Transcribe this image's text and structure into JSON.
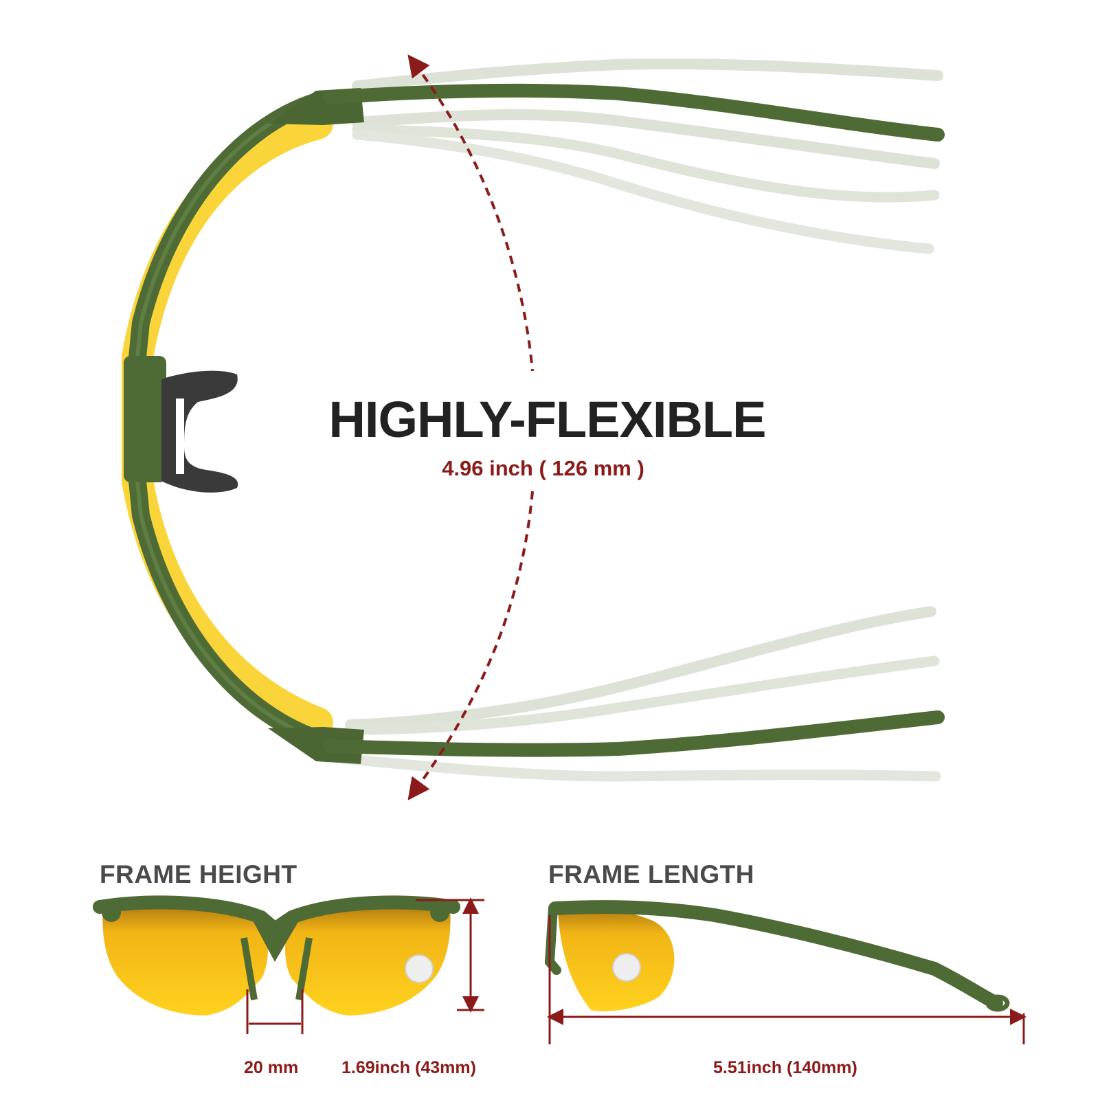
{
  "headline": {
    "title": "HIGHLY-FLEXIBLE",
    "measure": "4.96 inch ( 126 mm )"
  },
  "frame_height": {
    "title": "FRAME HEIGHT",
    "bridge_label": "20 mm",
    "height_label": "1.69inch (43mm)"
  },
  "frame_length": {
    "title": "FRAME LENGTH",
    "length_label": "5.51inch (140mm)"
  },
  "colors": {
    "frame_green": "#4f6b35",
    "lens_yellow": "#f5c218",
    "measure_red": "#8b1a1a",
    "ghost_temple": "#d9dfd2",
    "heading_dark": "#222222",
    "heading_gray": "#4a4a4a"
  }
}
